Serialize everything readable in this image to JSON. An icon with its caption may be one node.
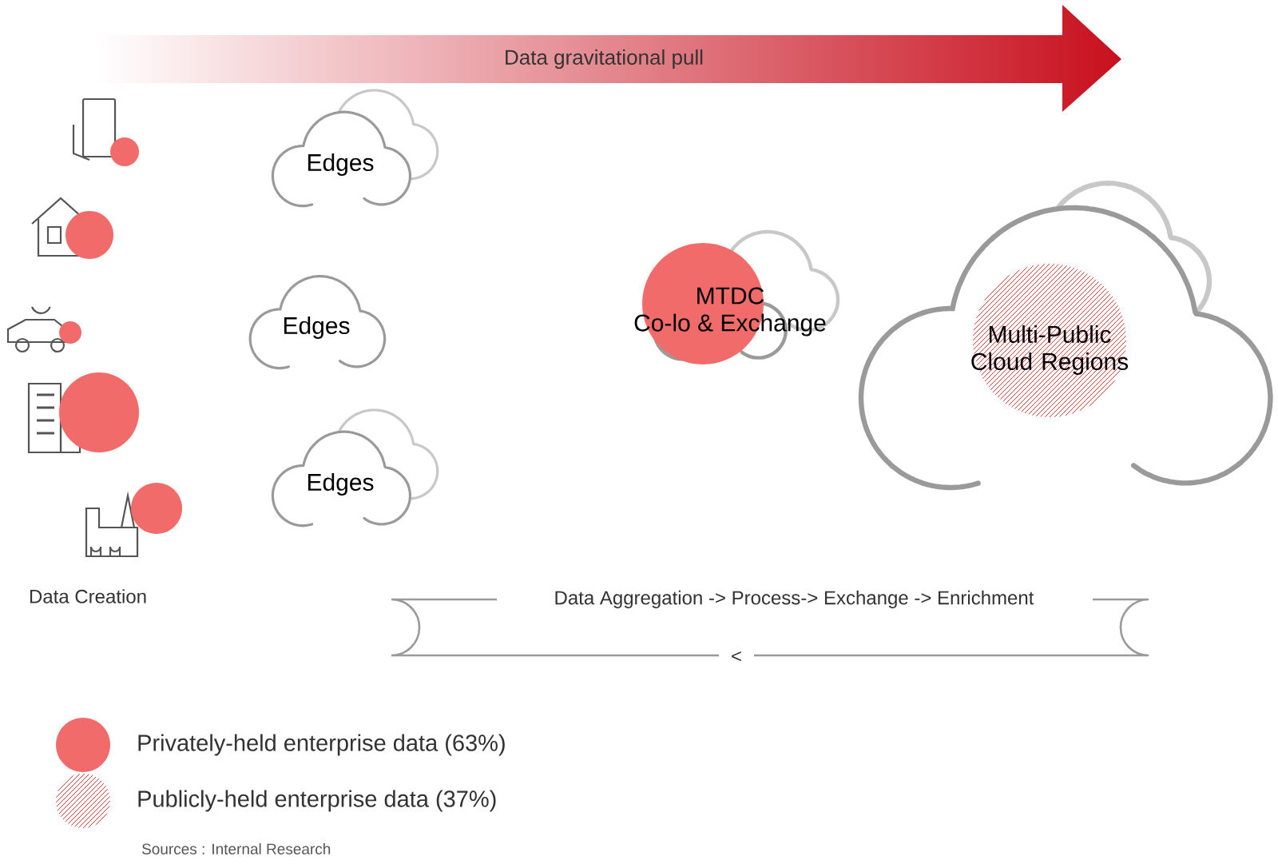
{
  "diagram": {
    "nodes": [
      {
        "text": [
          "Edges"
        ]
      },
      {
        "text": [
          "Edges"
        ]
      },
      {
        "text": [
          "Edges"
        ]
      },
      {
        "text": [
          "MTDC",
          "Co-lo & Exchange"
        ]
      },
      {
        "text": [
          "Multi-Public Cloud Regions"
        ]
      }
    ],
    "labels": [
      "Data gravitational pull",
      "Data Creation",
      "Data Aggregation -> Process-> Exchange -> Enrichment",
      "<",
      "Sources : Internal Research"
    ],
    "legend": [
      {
        "text": "Privately-held enterprise data (63%)",
        "color": "#f26b6b"
      },
      {
        "text": "Publicly-held enterprise data (37%)"
      }
    ]
  }
}
